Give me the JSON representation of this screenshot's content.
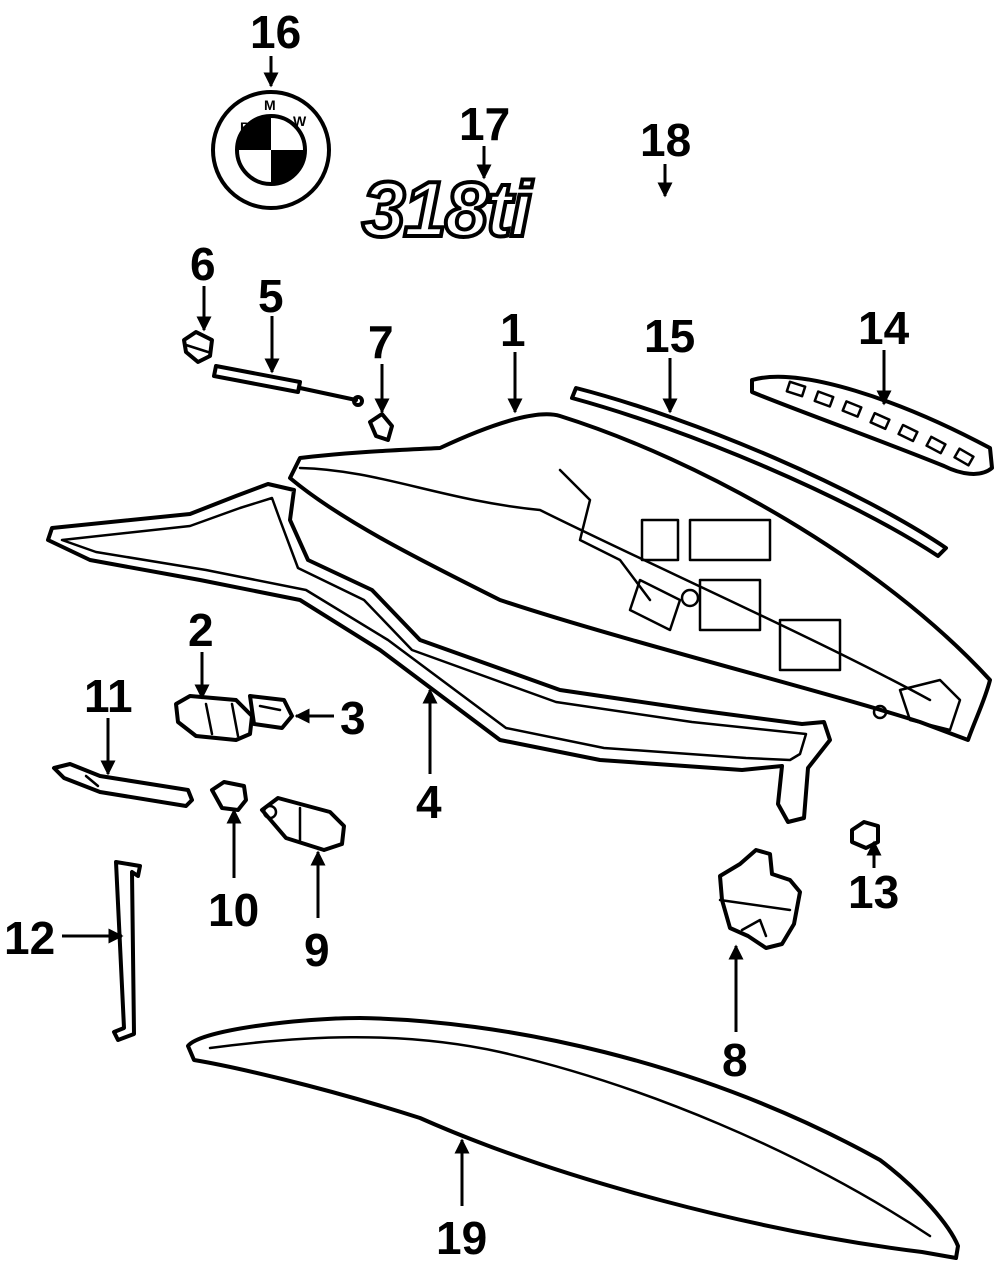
{
  "diagram": {
    "callouts": [
      {
        "id": "1",
        "text": "1"
      },
      {
        "id": "2",
        "text": "2"
      },
      {
        "id": "3",
        "text": "3"
      },
      {
        "id": "4",
        "text": "4"
      },
      {
        "id": "5",
        "text": "5"
      },
      {
        "id": "6",
        "text": "6"
      },
      {
        "id": "7",
        "text": "7"
      },
      {
        "id": "8",
        "text": "8"
      },
      {
        "id": "9",
        "text": "9"
      },
      {
        "id": "10",
        "text": "10"
      },
      {
        "id": "11",
        "text": "11"
      },
      {
        "id": "12",
        "text": "12"
      },
      {
        "id": "13",
        "text": "13"
      },
      {
        "id": "14",
        "text": "14"
      },
      {
        "id": "15",
        "text": "15"
      },
      {
        "id": "16",
        "text": "16"
      },
      {
        "id": "17",
        "text": "17"
      },
      {
        "id": "18",
        "text": "18"
      },
      {
        "id": "19",
        "text": "19"
      }
    ],
    "emblem": {
      "letters": [
        "B",
        "M",
        "W"
      ]
    },
    "badge": {
      "text": "318ti"
    }
  }
}
